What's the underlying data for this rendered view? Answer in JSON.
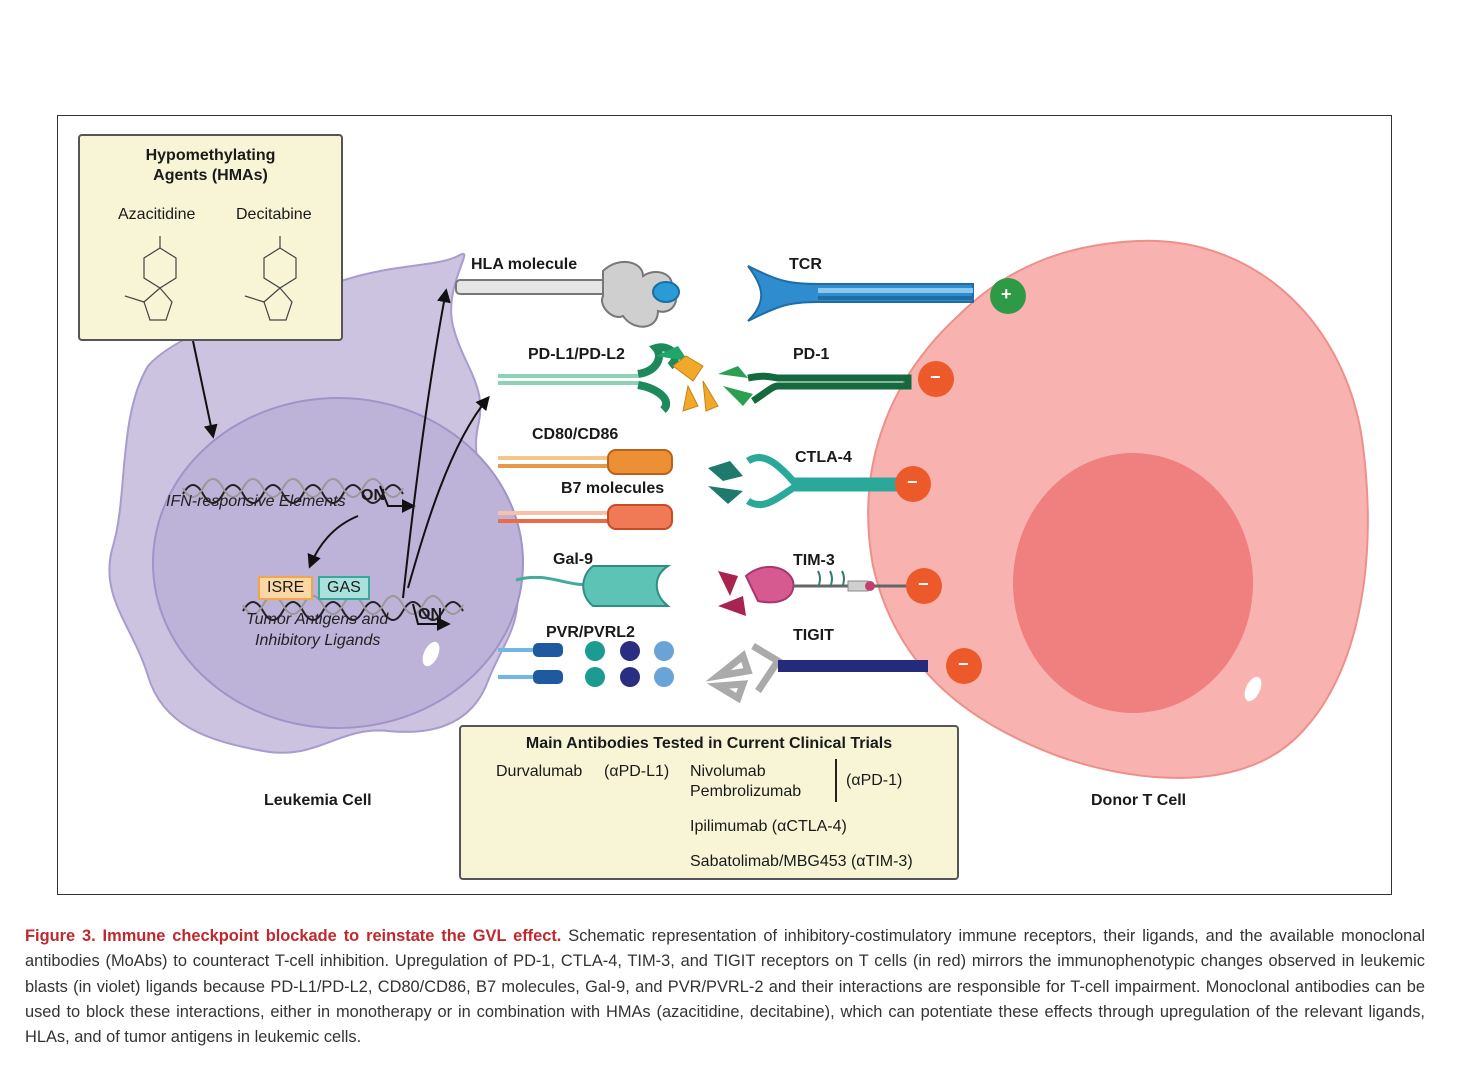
{
  "hma": {
    "title_line1": "Hypomethylating",
    "title_line2": "Agents (HMAs)",
    "drug1": "Azacitidine",
    "drug2": "Decitabine"
  },
  "nucleus": {
    "ifn": "IFN-responsive Elements",
    "on1": "ON",
    "isre": "ISRE",
    "gas": "GAS",
    "tumor1": "Tumor Antigens and",
    "tumor2": "Inhibitory Ligands",
    "on2": "ON"
  },
  "ligands": {
    "hla": "HLA molecule",
    "pdl": "PD-L1/PD-L2",
    "cd80": "CD80/CD86",
    "b7": "B7 molecules",
    "gal9": "Gal-9",
    "pvr": "PVR/PVRL2"
  },
  "receptors": {
    "tcr": "TCR",
    "pd1": "PD-1",
    "ctla4": "CTLA-4",
    "tim3": "TIM-3",
    "tigit": "TIGIT"
  },
  "cells": {
    "leukemia": "Leukemia Cell",
    "donor": "Donor T Cell"
  },
  "signs": {
    "plus": "+",
    "minus": "−"
  },
  "antibodies": {
    "title": "Main Antibodies Tested in Current Clinical Trials",
    "durvalumab": "Durvalumab",
    "durva_target": "(αPD-L1)",
    "nivolumab": "Nivolumab",
    "pembrolizumab": "Pembrolizumab",
    "pd1_target": "(αPD-1)",
    "ipilimumab": "Ipilimumab (αCTLA-4)",
    "sabatolimab": "Sabatolimab/MBG453 (αTIM-3)"
  },
  "caption": {
    "title": "Figure 3. Immune checkpoint blockade to reinstate the GVL effect.",
    "text": " Schematic representation of inhibitory-costimulatory immune receptors, their ligands, and the available monoclonal antibodies (MoAbs) to counteract T-cell inhibition. Upregulation of PD-1, CTLA-4, TIM-3, and TIGIT receptors on T cells (in red) mirrors the immunophenotypic changes observed in leukemic blasts (in violet) ligands because PD-L1/PD-L2, CD80/CD86, B7 molecules, Gal-9, and PVR/PVRL-2 and their interactions are responsible for T-cell impairment. Monoclonal antibodies can be used to block these interactions, either in monotherapy or in combination with HMAs (azacitidine, decitabine), which can potentiate these effects through upregulation of the relevant ligands, HLAs, and of tumor antigens in leukemic cells."
  },
  "colors": {
    "leukemia_fill": "#cbc3e0",
    "nucleus_fill": "#c0b6da",
    "tcell_fill": "#f8b3b1",
    "tcell_nucleus": "#f07f7f",
    "plus": "#2e9a45",
    "minus": "#ec5a2b",
    "box": "#f7f5d6"
  }
}
